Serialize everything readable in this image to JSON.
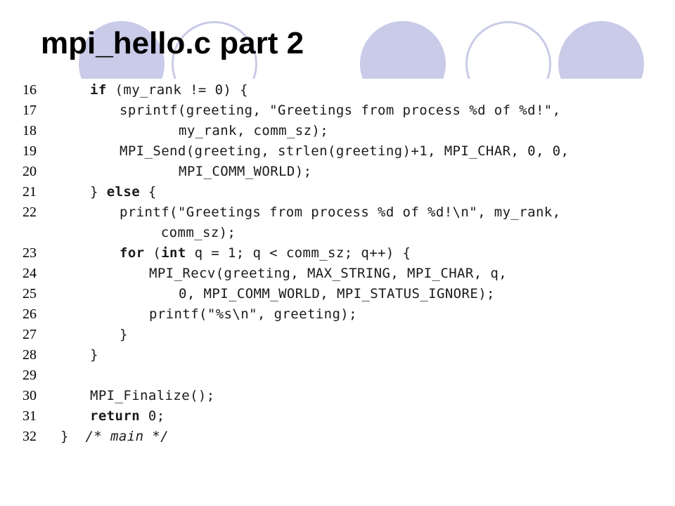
{
  "slide": {
    "title": "mpi_hello.c part 2"
  },
  "code": {
    "lines": [
      {
        "no": "16",
        "indent": 1,
        "parts": [
          {
            "t": "if",
            "kw": true
          },
          {
            "t": " (my_rank != 0) {"
          }
        ]
      },
      {
        "no": "17",
        "indent": 2,
        "parts": [
          {
            "t": "sprintf(greeting, \"Greetings from process %d of %d!\","
          }
        ]
      },
      {
        "no": "18",
        "indent": 4,
        "parts": [
          {
            "t": "my_rank, comm_sz);"
          }
        ]
      },
      {
        "no": "19",
        "indent": 2,
        "parts": [
          {
            "t": "MPI_Send(greeting, strlen(greeting)+1, MPI_CHAR, 0, 0,"
          }
        ]
      },
      {
        "no": "20",
        "indent": 4,
        "parts": [
          {
            "t": "MPI_COMM_WORLD);"
          }
        ]
      },
      {
        "no": "21",
        "indent": 1,
        "parts": [
          {
            "t": "} "
          },
          {
            "t": "else",
            "kw": true
          },
          {
            "t": " {"
          }
        ]
      },
      {
        "no": "22",
        "indent": 2,
        "parts": [
          {
            "t": "printf(\"Greetings from process %d of %d!\\n\", my_rank,"
          }
        ]
      },
      {
        "no": "",
        "indent": 3.4,
        "parts": [
          {
            "t": "comm_sz);"
          }
        ]
      },
      {
        "no": "23",
        "indent": 2,
        "parts": [
          {
            "t": "for",
            "kw": true
          },
          {
            "t": " ("
          },
          {
            "t": "int",
            "kw": true
          },
          {
            "t": " q = 1; q < comm_sz; q++) {"
          }
        ]
      },
      {
        "no": "24",
        "indent": 3,
        "parts": [
          {
            "t": "MPI_Recv(greeting, MAX_STRING, MPI_CHAR, q,"
          }
        ]
      },
      {
        "no": "25",
        "indent": 4,
        "parts": [
          {
            "t": "0, MPI_COMM_WORLD, MPI_STATUS_IGNORE);"
          }
        ]
      },
      {
        "no": "26",
        "indent": 3,
        "parts": [
          {
            "t": "printf(\"%s\\n\", greeting);"
          }
        ]
      },
      {
        "no": "27",
        "indent": 2,
        "parts": [
          {
            "t": "}"
          }
        ]
      },
      {
        "no": "28",
        "indent": 1,
        "parts": [
          {
            "t": "}"
          }
        ]
      },
      {
        "no": "29",
        "indent": 0,
        "parts": []
      },
      {
        "no": "30",
        "indent": 1,
        "parts": [
          {
            "t": "MPI_Finalize();"
          }
        ]
      },
      {
        "no": "31",
        "indent": 1,
        "parts": [
          {
            "t": "return",
            "kw": true
          },
          {
            "t": " 0;"
          }
        ]
      },
      {
        "no": "32",
        "indent": 0,
        "parts": [
          {
            "t": "}  "
          },
          {
            "t": "/* main */",
            "cm": true
          }
        ]
      }
    ]
  },
  "colors": {
    "circle_fill": "#c9cbe8",
    "background": "#ffffff",
    "text": "#000000"
  }
}
